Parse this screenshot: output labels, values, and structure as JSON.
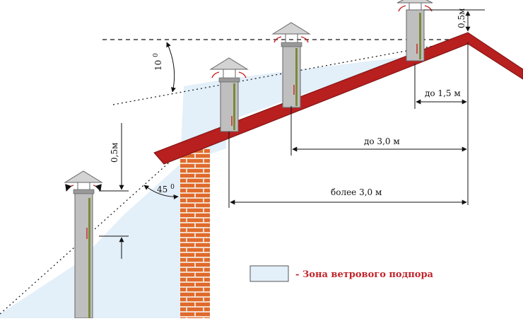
{
  "colors": {
    "roof": "#b81f1f",
    "brick": "#e06a2c",
    "mortar": "#f3d9c6",
    "zone": "#e3eff9",
    "pipe": "#bfbfbf",
    "pipe_accent": "#7a8a3a",
    "cap": "#d3d3d3",
    "arrow": "#c92222",
    "line": "#111111"
  },
  "labels": {
    "d_top_half_m": "0,5м",
    "angle_10": "10",
    "angle_10_sup": "0",
    "angle_45": "45",
    "angle_45_sup": "0",
    "d_left_half_m": "0,5м",
    "d_upto_1_5": "до 1,5 м",
    "d_upto_3_0": "до 3,0 м",
    "d_more_3_0": "более 3,0 м"
  },
  "legend": {
    "text": "- Зона ветрового подпора",
    "swatch_color": "#e3eff9"
  },
  "icons": {
    "chimney": "chimney-pipe-icon",
    "cap": "chimney-cap-icon",
    "draft_arrow": "draft-arrow-icon"
  }
}
